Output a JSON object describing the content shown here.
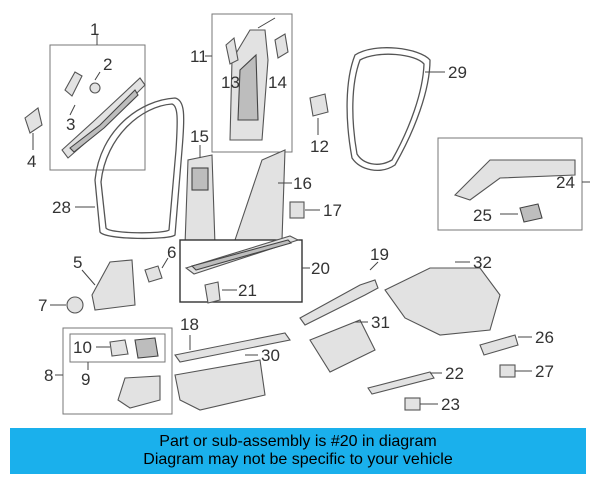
{
  "callouts": {
    "c1": "1",
    "c2": "2",
    "c3": "3",
    "c4": "4",
    "c5": "5",
    "c6": "6",
    "c7": "7",
    "c8": "8",
    "c9": "9",
    "c10": "10",
    "c11": "11",
    "c12": "12",
    "c13": "13",
    "c14": "14",
    "c15": "15",
    "c16": "16",
    "c17": "17",
    "c18": "18",
    "c19": "19",
    "c20": "20",
    "c21": "21",
    "c22": "22",
    "c23": "23",
    "c24": "24",
    "c25": "25",
    "c26": "26",
    "c27": "27",
    "c28": "28",
    "c29": "29",
    "c30": "30",
    "c31": "31",
    "c32": "32"
  },
  "highlighted_part": "20",
  "banner": {
    "line1": "Part or sub-assembly is #20 in diagram",
    "line2": "Diagram may not be specific to your vehicle",
    "background": "#1ab0ec"
  }
}
